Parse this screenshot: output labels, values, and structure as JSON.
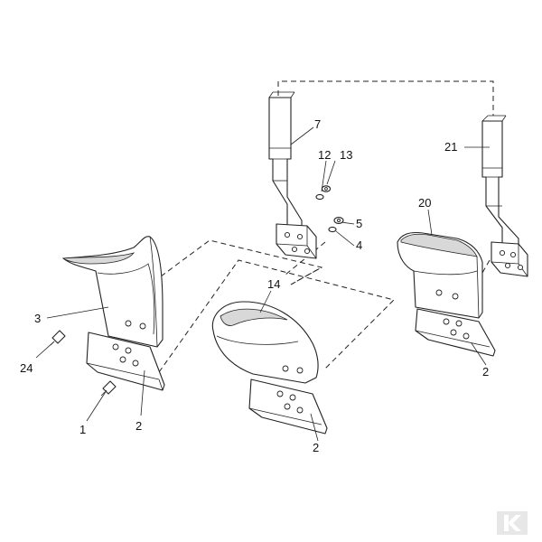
{
  "callouts": {
    "c1": "1",
    "c2a": "2",
    "c2b": "2",
    "c2c": "2",
    "c3": "3",
    "c4": "4",
    "c5": "5",
    "c7": "7",
    "c12": "12",
    "c13": "13",
    "c14": "14",
    "c20": "20",
    "c21": "21",
    "c24": "24"
  },
  "watermark": "K"
}
